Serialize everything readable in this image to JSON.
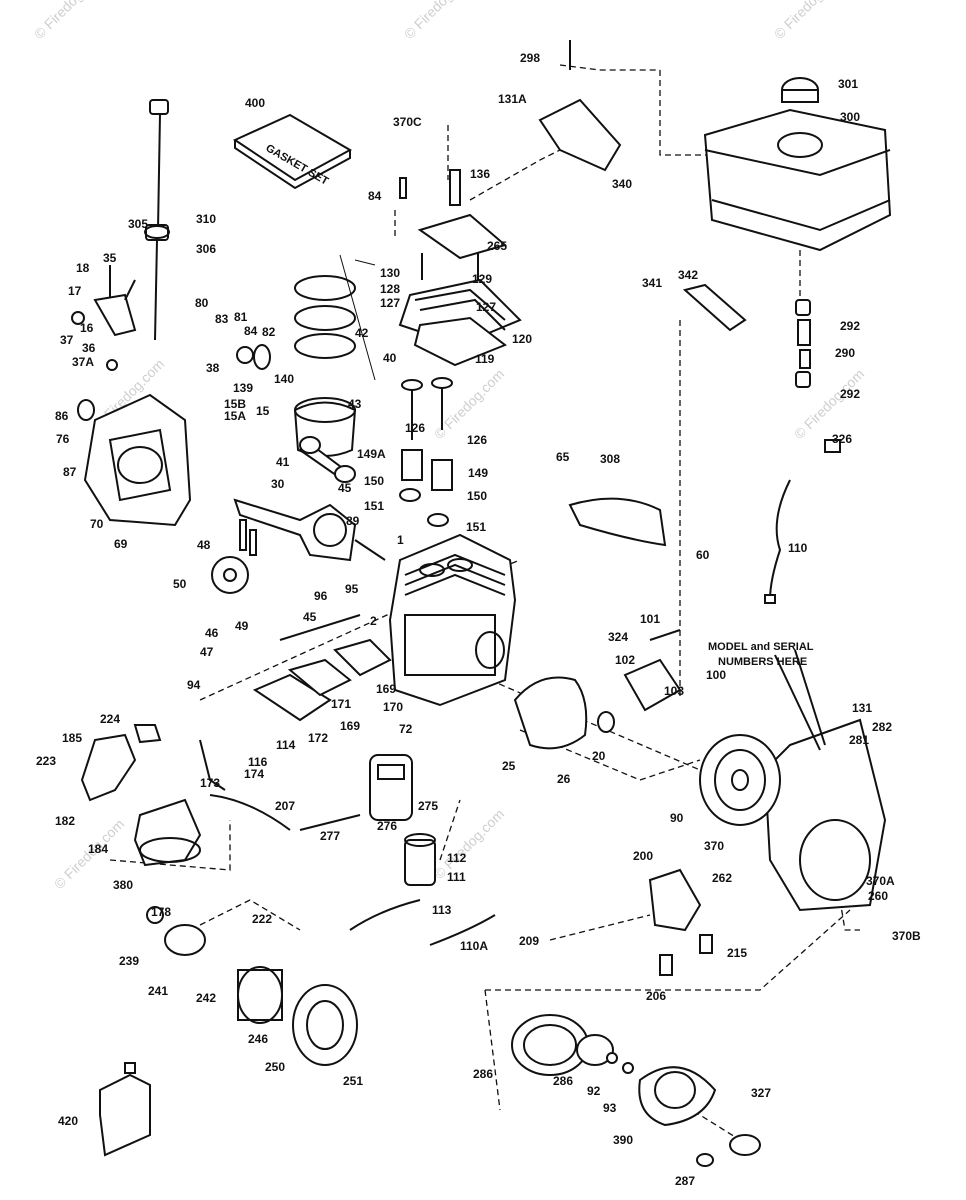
{
  "watermarks": [
    "© Firedog.com",
    "© Firedog.com",
    "© Firedog.com",
    "© Firedog.com",
    "© Firedog.com",
    "© Firedog.com",
    "© Firedog.com",
    "© Firedog.com"
  ],
  "note": {
    "line1": "MODEL and SERIAL",
    "line2": "NUMBERS HERE"
  },
  "gasket_set_text": "GASKET SET",
  "labels": [
    "298",
    "131A",
    "370C",
    "136",
    "340",
    "301",
    "300",
    "400",
    "84",
    "265",
    "310",
    "305",
    "306",
    "130",
    "128",
    "129",
    "127",
    "127",
    "120",
    "119",
    "35",
    "18",
    "17",
    "37",
    "16",
    "36",
    "37A",
    "80",
    "83",
    "81",
    "84",
    "82",
    "139",
    "140",
    "42",
    "40",
    "292",
    "290",
    "292",
    "341",
    "342",
    "38",
    "15B",
    "15A",
    "15",
    "86",
    "76",
    "87",
    "70",
    "69",
    "43",
    "41",
    "126",
    "126",
    "149A",
    "149",
    "150",
    "150",
    "151",
    "151",
    "30",
    "45",
    "89",
    "48",
    "50",
    "1",
    "65",
    "308",
    "60",
    "326",
    "110",
    "96",
    "95",
    "46",
    "49",
    "45",
    "2",
    "47",
    "94",
    "169",
    "171",
    "169",
    "170",
    "172",
    "72",
    "101",
    "324",
    "102",
    "100",
    "103",
    "224",
    "185",
    "223",
    "182",
    "184",
    "380",
    "178",
    "114",
    "116",
    "174",
    "173",
    "207",
    "276",
    "277",
    "275",
    "112",
    "111",
    "113",
    "110A",
    "25",
    "26",
    "20",
    "90",
    "131",
    "282",
    "281",
    "200",
    "370",
    "262",
    "260",
    "370A",
    "370B",
    "239",
    "222",
    "241",
    "242",
    "246",
    "250",
    "251",
    "209",
    "215",
    "206",
    "286",
    "286",
    "92",
    "93",
    "327",
    "420",
    "390",
    "287"
  ]
}
